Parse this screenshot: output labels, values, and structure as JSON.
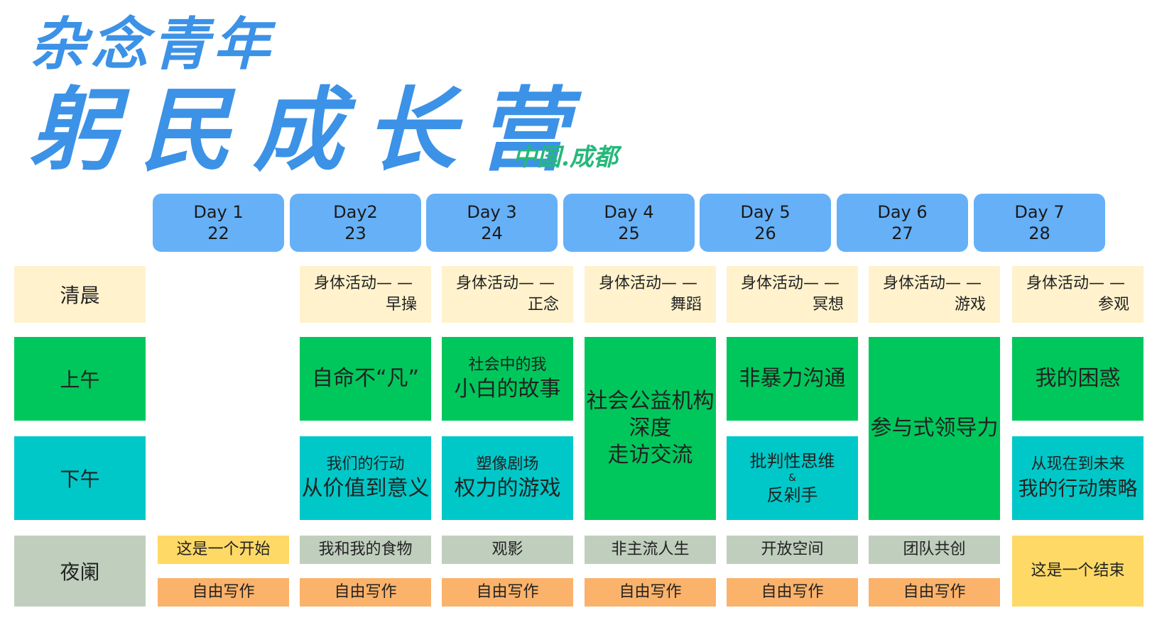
{
  "title": {
    "top": "杂念青年",
    "main": "躬民成长营",
    "location": "中国.成都"
  },
  "days": [
    {
      "label": "Day 1",
      "date": "22"
    },
    {
      "label": "Day2",
      "date": "23"
    },
    {
      "label": "Day 3",
      "date": "24"
    },
    {
      "label": "Day 4",
      "date": "25"
    },
    {
      "label": "Day 5",
      "date": "26"
    },
    {
      "label": "Day 6",
      "date": "27"
    },
    {
      "label": "Day 7",
      "date": "28"
    }
  ],
  "rows": {
    "morning": "清晨",
    "forenoon": "上午",
    "afternoon": "下午",
    "night": "夜阑"
  },
  "morning": [
    {
      "line1": "身体活动—  —",
      "line2": "早操"
    },
    {
      "line1": "身体活动—  —",
      "line2": "正念"
    },
    {
      "line1": "身体活动—  —",
      "line2": "舞蹈"
    },
    {
      "line1": "身体活动—  —",
      "line2": "冥想"
    },
    {
      "line1": "身体活动—  —",
      "line2": "游戏"
    },
    {
      "line1": "身体活动—  —",
      "line2": "参观"
    }
  ],
  "forenoon": {
    "d2": "自命不“凡”",
    "d3_sub": "社会中的我",
    "d3_main": "小白的故事",
    "d4_l1": "社会公益机构",
    "d4_l2": "深度",
    "d4_l3": "走访交流",
    "d5": "非暴力沟通",
    "d6": "参与式领导力",
    "d7": "我的困惑"
  },
  "afternoon": {
    "d2_sub": "我们的行动",
    "d2_main": "从价值到意义",
    "d3_sub": "塑像剧场",
    "d3_main": "权力的游戏",
    "d5_l1": "批判性思维",
    "d5_amp": "&",
    "d5_l2": "反剁手",
    "d7_sub": "从现在到未来",
    "d7_main": "我的行动策略"
  },
  "night": {
    "evening": [
      "这是一个开始",
      "我和我的食物",
      "观影",
      "非主流人生",
      "开放空间",
      "团队共创",
      "这是一个结束"
    ],
    "writing": "自由写作"
  },
  "colors": {
    "title_blue": "#3c92e6",
    "location_green": "#26b87b",
    "header_blue": "#66b0f7",
    "morning": "#fff2cc",
    "forenoon": "#00c75c",
    "afternoon": "#00c8c8",
    "night_grey": "#c0cfbd",
    "highlight_yellow": "#ffd966",
    "writing_orange": "#fbb26a"
  }
}
